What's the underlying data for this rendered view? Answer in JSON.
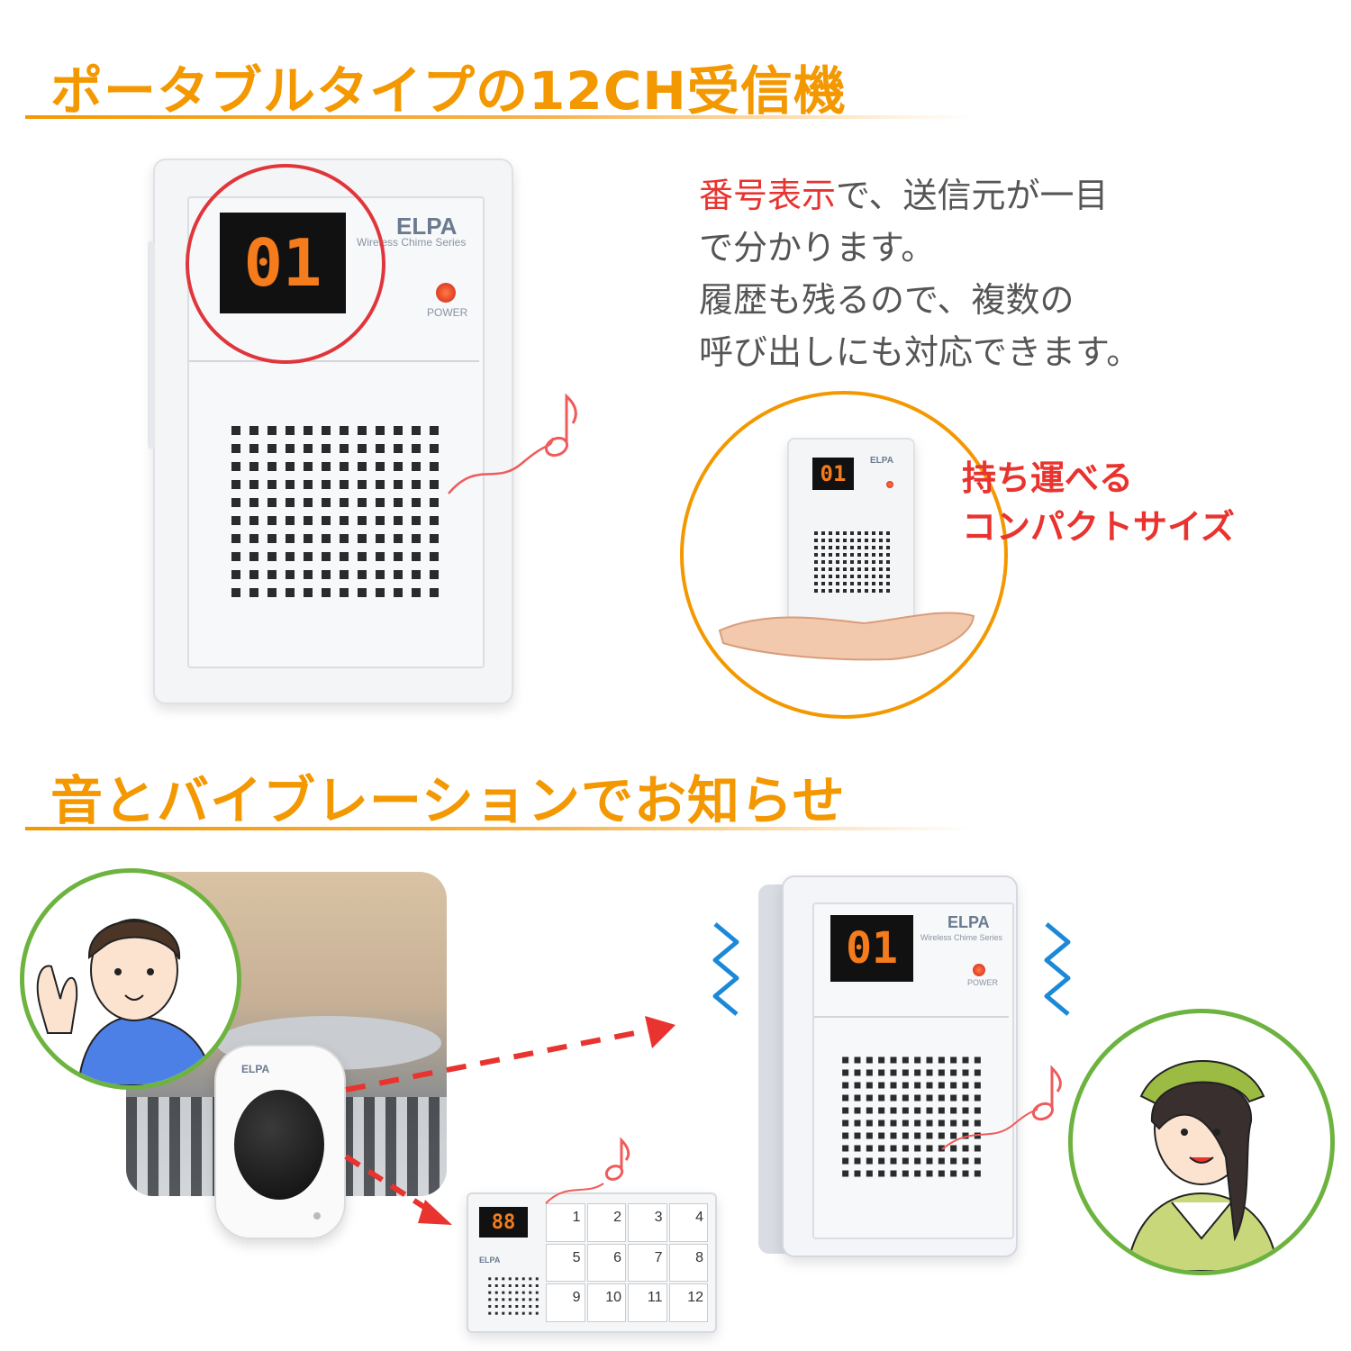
{
  "section1": {
    "heading": "ポータブルタイプの12CH受信機",
    "description": {
      "highlight": "番号表示",
      "line1_rest": "で、送信元が一目",
      "line2": "で分かります。",
      "line3": "履歴も残るので、複数の",
      "line4": "呼び出しにも対応できます。"
    },
    "compact_label": {
      "line1": "持ち運べる",
      "line2": "コンパクトサイズ"
    }
  },
  "section2": {
    "heading": "音とバイブレーションでお知らせ"
  },
  "device": {
    "brand": "ELPA",
    "series": "Wireless Chime Series",
    "display": "01",
    "power_label": "POWER"
  },
  "multi_receiver": {
    "display": "88",
    "buttons": [
      "1",
      "2",
      "3",
      "4",
      "5",
      "6",
      "7",
      "8",
      "9",
      "10",
      "11",
      "12"
    ]
  },
  "colors": {
    "heading_orange": "#f39800",
    "highlight_red": "#e8332f",
    "circle_red": "#e0363b",
    "circle_orange": "#f39800",
    "circle_green": "#6db33f",
    "vibration_blue": "#1b88d8"
  }
}
